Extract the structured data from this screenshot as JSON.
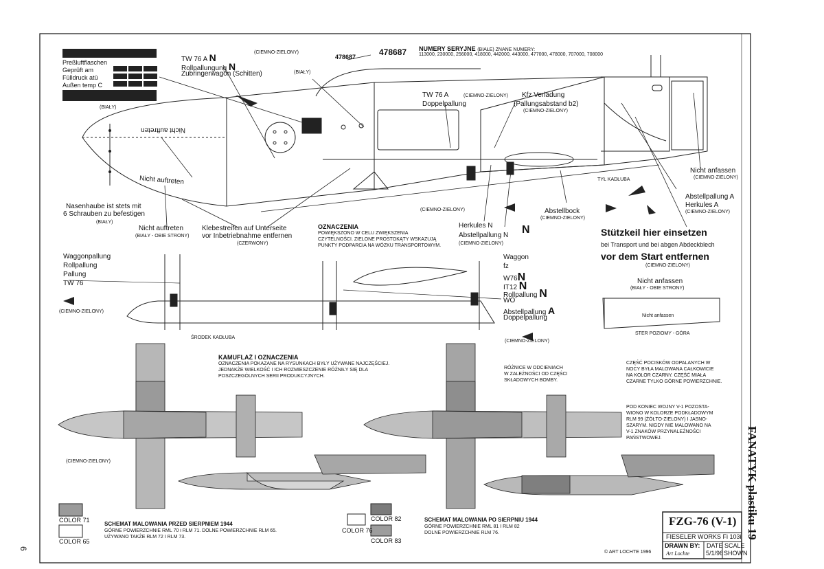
{
  "stencil_box": {
    "lines": [
      "Preßluftflaschen",
      "Geprüft am",
      "Fülldruck atü",
      "Außen temp C"
    ],
    "color": "(BIAŁY)"
  },
  "serials": {
    "heading": "NUMERY SERYJNE",
    "heading_note": "(BIAŁE) ZNANE NUMERY:",
    "list": "113000, 230000, 256000, 418000, 442000, 443000, 477000, 478000, 707000, 708000",
    "example_small": "478687",
    "example_large": "478687"
  },
  "labels": {
    "tw76a_top": "TW 76 A",
    "n1": "N",
    "rollpallungung": "Rollpallungung",
    "n2": "N",
    "zubringerwagon": "Zubringerwagon  (Schitten)",
    "ciemno_zielony_1": "(CIEMNO-ZIELONY)",
    "bialy_1": "(BIAŁY)",
    "tw76a_doppel": "TW 76 A",
    "ciemno_zielony_2": "(CIEMNO-ZIELONY)",
    "doppelpallung": "Doppelpallung",
    "kfz": "Kfz Verladung",
    "kfz2": "(Pallungsabstand b2)",
    "ciemno_zielony_3": "(CIEMNO-ZIELONY)",
    "nicht_anfassen_r": "Nicht  anfassen",
    "ciemno_zielony_4": "(CIEMNO-ZIELONY)",
    "abstellpallung_a": "Abstellpallung A",
    "herkules_a": "Herkules  A",
    "ciemno_zielony_5": "(CIEMNO-ZIELONY)",
    "tyl_kadluba": "TYŁ KADŁUBA",
    "nicht_auftreten_inv": "Nicht auftreten",
    "nicht_auftreten_2": "Nicht  auftreten",
    "nasenhaube_1": "Nasenhaube ist stets mit",
    "nasenhaube_2": "6 Schrauben zu befestigen",
    "bialy_2": "(BIAŁY)",
    "nicht_auftreten_3": "Nicht auftreten",
    "bialy_obie": "(BIAŁY - OBIE STRONY)",
    "klebestreifen_1": "Klebestreifen auf Unterseite",
    "klebestreifen_2": "vor Inbetriebnahme entfernen",
    "czerwony": "(CZERWONY)",
    "ciemno_zielony_6": "(CIEMNO-ZIELONY)",
    "herkules_n": "Herkules N",
    "abstellpallung_n": "Abstellpallung N",
    "ciemno_zielony_7": "(CIEMNO-ZIELONY)",
    "n3": "N",
    "abstellbock": "Abstellbock",
    "ciemno_zielony_8": "(CIEMNO-ZIELONY)",
    "oznaczenia_h": "OZNACZENIA",
    "oznaczenia_1": "POWIĘKSZONO W CELU ZWIĘKSZENIA",
    "oznaczenia_2": "CZYTELNOŚCI. ZIELONE PROSTOKĄTY WSKAZUJĄ",
    "oznaczenia_3": "PUNKTY PODPARCIA NA WÓZKU TRANSPORTOWYM.",
    "stutzkeil": "Stützkeil hier einsetzen",
    "stutzkeil_2": "bei Transport und bei abgen Abdeckblech",
    "stutzkeil_3": "vor dem Start entfernen",
    "ciemno_zielony_9": "(CIEMNO-ZIELONY)",
    "nicht_anfassen_2": "Nicht  anfassen",
    "bialy_obie_2": "(BIAŁY - OBIE STRONY)",
    "ster_poziomy": "STER POZIOMY - GÓRA",
    "nicht_anfassen_small": "Nicht  anfassen",
    "waggonpallung": "Waggonpallung",
    "rollpallung": "Rollpallung",
    "pallung": "Pallung",
    "tw76": "TW 76",
    "ciemno_zielony_10": "(CIEMNO-ZIELONY)",
    "srodek": "ŚRODEK KADŁUBA",
    "waggon": "Waggon",
    "fz": "fz",
    "w76": "W76",
    "it12": "IT12",
    "rollpallung_n": "Rollpallung",
    "wo": "WO",
    "abstellpallung_aa": "Abstellpallung",
    "doppelpallung_2": "Doppelpallung",
    "ciemno_zielony_11": "(CIEMNO-ZIELONY)",
    "nn": "N",
    "aa": "A"
  },
  "kamuflaz": {
    "heading": "KAMUFLAŻ I OZNACZENIA",
    "l1": "OZNACZENIA POKAZANE NA RYSUNKACH BYŁY UŻYWANE NAJCZĘŚCIEJ.",
    "l2": "JEDNAKŻE WIELKOŚĆ I ICH ROZMIESZCZENIE RÓŻNIŁY SIĘ DLA",
    "l3": "POSZCZEGÓLNYCH SERII PRODUKCYJNYCH.",
    "roznice_1": "RÓŻNICE W ODCIENIACH",
    "roznice_2": "W ZALEŻNOŚCI OD CZĘŚCI",
    "roznice_3": "SKŁADOWYCH BOMBY.",
    "czesc_1": "CZĘŚĆ POCISKÓW ODPALANYCH W",
    "czesc_2": "NOCY BYŁA MALOWANA CAŁKOWICIE",
    "czesc_3": "NA KOLOR CZARNY. CZĘŚĆ MIAŁA",
    "czesc_4": "CZARNE TYLKO GÓRNE POWIERZCHNIE.",
    "pod_1": "POD KONIEC WOJNY V-1 POZOSTA-",
    "pod_2": "WIONO W KOLORZE PODKŁADOWYM",
    "pod_3": "RLM 99 (ŻÓŁTO-ZIELONY) I JASNO-",
    "pod_4": "SZARYM. NIGDY NIE MALOWANO NA",
    "pod_5": "V-1 ZNAKÓW PRZYNALEŻNOŚCI",
    "pod_6": "PAŃSTWOWEJ.",
    "ciemno_zielony_12": "(CIEMNO-ZIELONY)"
  },
  "legend": {
    "color71": "COLOR 71",
    "color65": "COLOR 65",
    "color82": "COLOR 82",
    "color76": "COLOR 76",
    "color83": "COLOR 83",
    "schemat1_h": "SCHEMAT MALOWANIA PRZED SIERPNIEM 1944",
    "schemat1_1": "GÓRNE POWIERZCHNIE RML 70 i RLM 71. DOLNE POWIERZCHNIE RLM 65.",
    "schemat1_2": "UŻYWANO TAKŻE RLM 72 I RLM 73.",
    "schemat2_h": "SCHEMAT MALOWANIA PO SIERPNIU 1944",
    "schemat2_1": "GÓRNE POWIERZCHNIE RML 81 I RLM 82",
    "schemat2_2": "DOLNE POWIERZCHNIE RLM 76.",
    "copyright": "© ART LOCHTE 1996"
  },
  "title_block": {
    "title": "FZG-76 (V-1)",
    "subtitle": "FIESELER WORKS Fi 103i",
    "drawn_by": "DRAWN BY:",
    "date_h": "DATE",
    "date": "5/1/96",
    "scale_h": "SCALE",
    "scale": "SHOWN",
    "signature": "Art Lochte"
  },
  "side_text": "FANATYK plastiku 19",
  "page_number": "6",
  "colors": {
    "ink": "#111111",
    "grey_mid": "#9a9a9a",
    "grey_light": "#c8c8c8",
    "grey_dark": "#777777"
  }
}
